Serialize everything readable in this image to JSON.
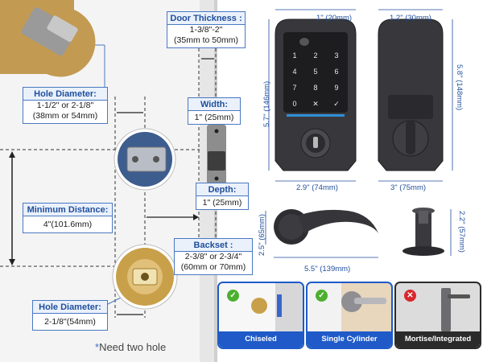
{
  "door_thickness": {
    "title": "Door Thickness :",
    "line1": "1-3/8\"-2\"",
    "line2": "(35mm to 50mm)"
  },
  "hole_diameter_top": {
    "title": "Hole Diameter:",
    "line1": "1-1/2\" or 2-1/8\"",
    "line2": "(38mm or 54mm)"
  },
  "minimum_distance": {
    "title": "Minimum Distance:",
    "line1": "4\"(101.6mm)"
  },
  "hole_diameter_bottom": {
    "title": "Hole Diameter:",
    "line1": "2-1/8\"(54mm)"
  },
  "width": {
    "title": "Width:",
    "line1": "1\" (25mm)"
  },
  "depth": {
    "title": "Depth:",
    "line1": "1\" (25mm)"
  },
  "backset": {
    "title": "Backset :",
    "line1": "2-3/8\" or 2-3/4\"",
    "line2": "(60mm or 70mm)"
  },
  "note": {
    "asterisk": "*",
    "text": "Need two hole"
  },
  "dimensions": {
    "front_width": "1\" (20mm)",
    "rear_width": "1.2\" (30mm)",
    "front_height": "5.7\" (146mm)",
    "rear_height": "5.8\" (148mm)",
    "front_base": "2.9\" (74mm)",
    "rear_base": "3\" (75mm)",
    "lever_height": "2.5\" (65mm)",
    "lever_length": "5.5\" (139mm)",
    "cylinder_height": "2.2\" (57mm)"
  },
  "options": [
    {
      "label": "Chiseled",
      "status": "check",
      "color": "#4caf2f"
    },
    {
      "label": "Single Cylinder",
      "status": "check",
      "color": "#4caf2f"
    },
    {
      "label": "Mortise/Integrated",
      "status": "cross",
      "color": "#d9262c"
    }
  ],
  "keypad": {
    "keys": [
      "1",
      "2",
      "3",
      "4",
      "5",
      "6",
      "7",
      "8",
      "9",
      "0",
      "✕",
      "✓"
    ]
  },
  "colors": {
    "accent": "#1f4e9c",
    "box_border": "#4a78c2",
    "lock_body": "#3a3a3e",
    "brass": "#c9a04a"
  }
}
